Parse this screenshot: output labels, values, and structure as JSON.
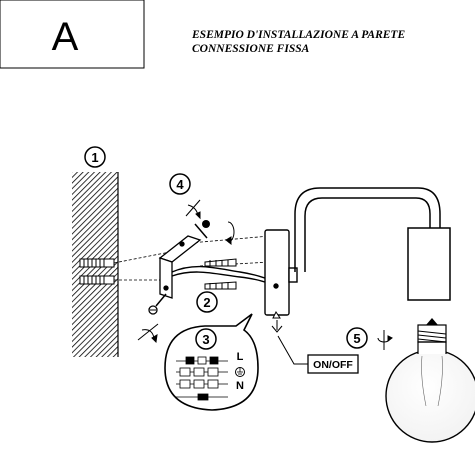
{
  "header": {
    "letter": "A",
    "line1": "ESEMPIO D'INSTALLAZIONE A PARETE",
    "line2": "CONNESSIONE FISSA"
  },
  "steps": [
    "1",
    "2",
    "3",
    "4",
    "5"
  ],
  "wiring": {
    "live": "L",
    "neutral": "N"
  },
  "switch": {
    "label": "ON/OFF"
  },
  "colors": {
    "line": "#000000",
    "background": "#ffffff"
  },
  "icons": [
    "rotate-arrow-icon",
    "earth-symbol-icon",
    "plug-icon"
  ]
}
